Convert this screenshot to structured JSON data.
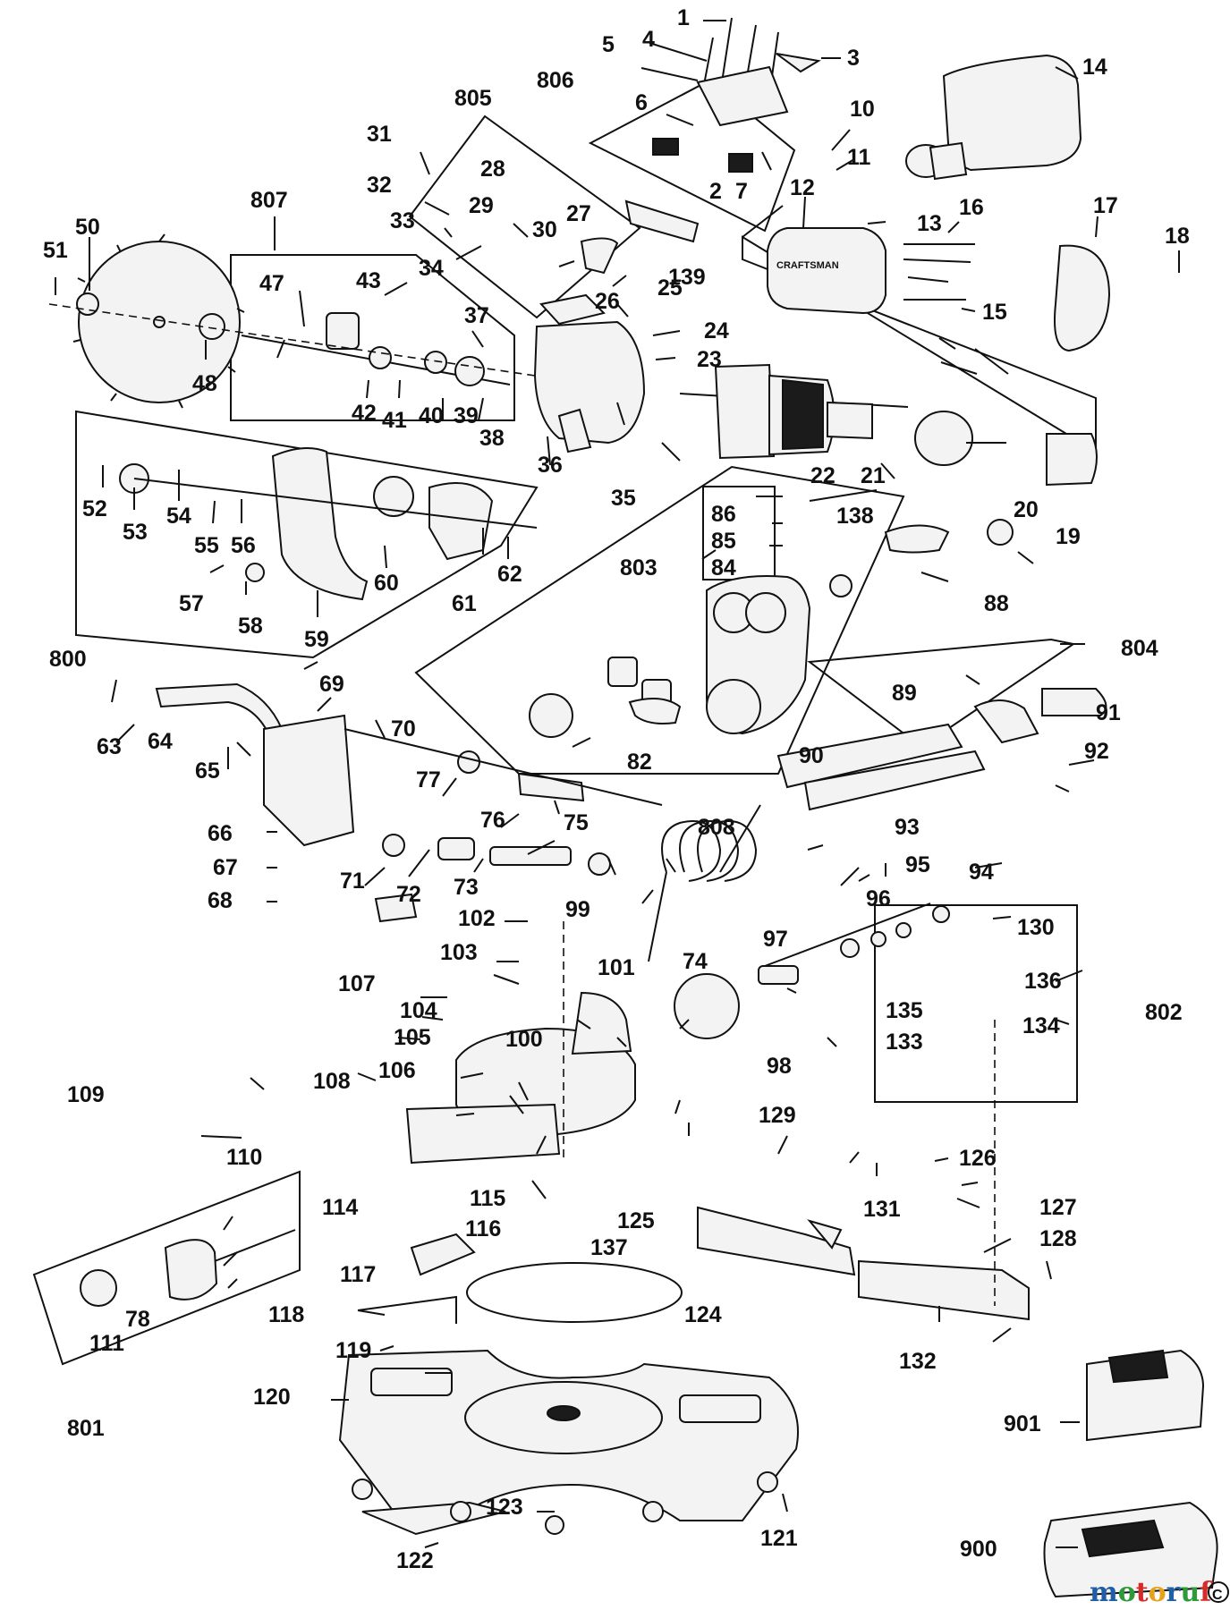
{
  "diagram": {
    "callouts": [
      "1",
      "2",
      "3",
      "4",
      "5",
      "6",
      "7",
      "10",
      "11",
      "12",
      "13",
      "14",
      "15",
      "16",
      "17",
      "18",
      "19",
      "20",
      "21",
      "22",
      "23",
      "24",
      "25",
      "26",
      "27",
      "28",
      "29",
      "30",
      "31",
      "32",
      "33",
      "34",
      "35",
      "36",
      "37",
      "38",
      "39",
      "40",
      "41",
      "42",
      "43",
      "47",
      "48",
      "50",
      "51",
      "52",
      "53",
      "54",
      "55",
      "56",
      "57",
      "58",
      "59",
      "60",
      "61",
      "62",
      "63",
      "64",
      "65",
      "66",
      "67",
      "68",
      "69",
      "70",
      "71",
      "72",
      "73",
      "74",
      "75",
      "76",
      "77",
      "78",
      "82",
      "84",
      "85",
      "86",
      "88",
      "89",
      "90",
      "91",
      "92",
      "93",
      "94",
      "95",
      "96",
      "97",
      "98",
      "99",
      "100",
      "101",
      "102",
      "103",
      "104",
      "105",
      "106",
      "107",
      "108",
      "109",
      "110",
      "111",
      "114",
      "115",
      "116",
      "117",
      "118",
      "119",
      "120",
      "121",
      "122",
      "123",
      "124",
      "125",
      "126",
      "127",
      "128",
      "129",
      "130",
      "131",
      "132",
      "133",
      "134",
      "135",
      "136",
      "137",
      "138",
      "139",
      "800",
      "801",
      "802",
      "803",
      "804",
      "805",
      "806",
      "807",
      "808",
      "900",
      "901"
    ],
    "watermark": {
      "text": "motoruf",
      "mark": "C",
      "colors": [
        "#1f5fa8",
        "#2f9a3a",
        "#d62b2b",
        "#e7a21b",
        "#1f5fa8",
        "#2f9a3a",
        "#d62b2b"
      ]
    },
    "brand_label": "CRAFTSMAN"
  }
}
